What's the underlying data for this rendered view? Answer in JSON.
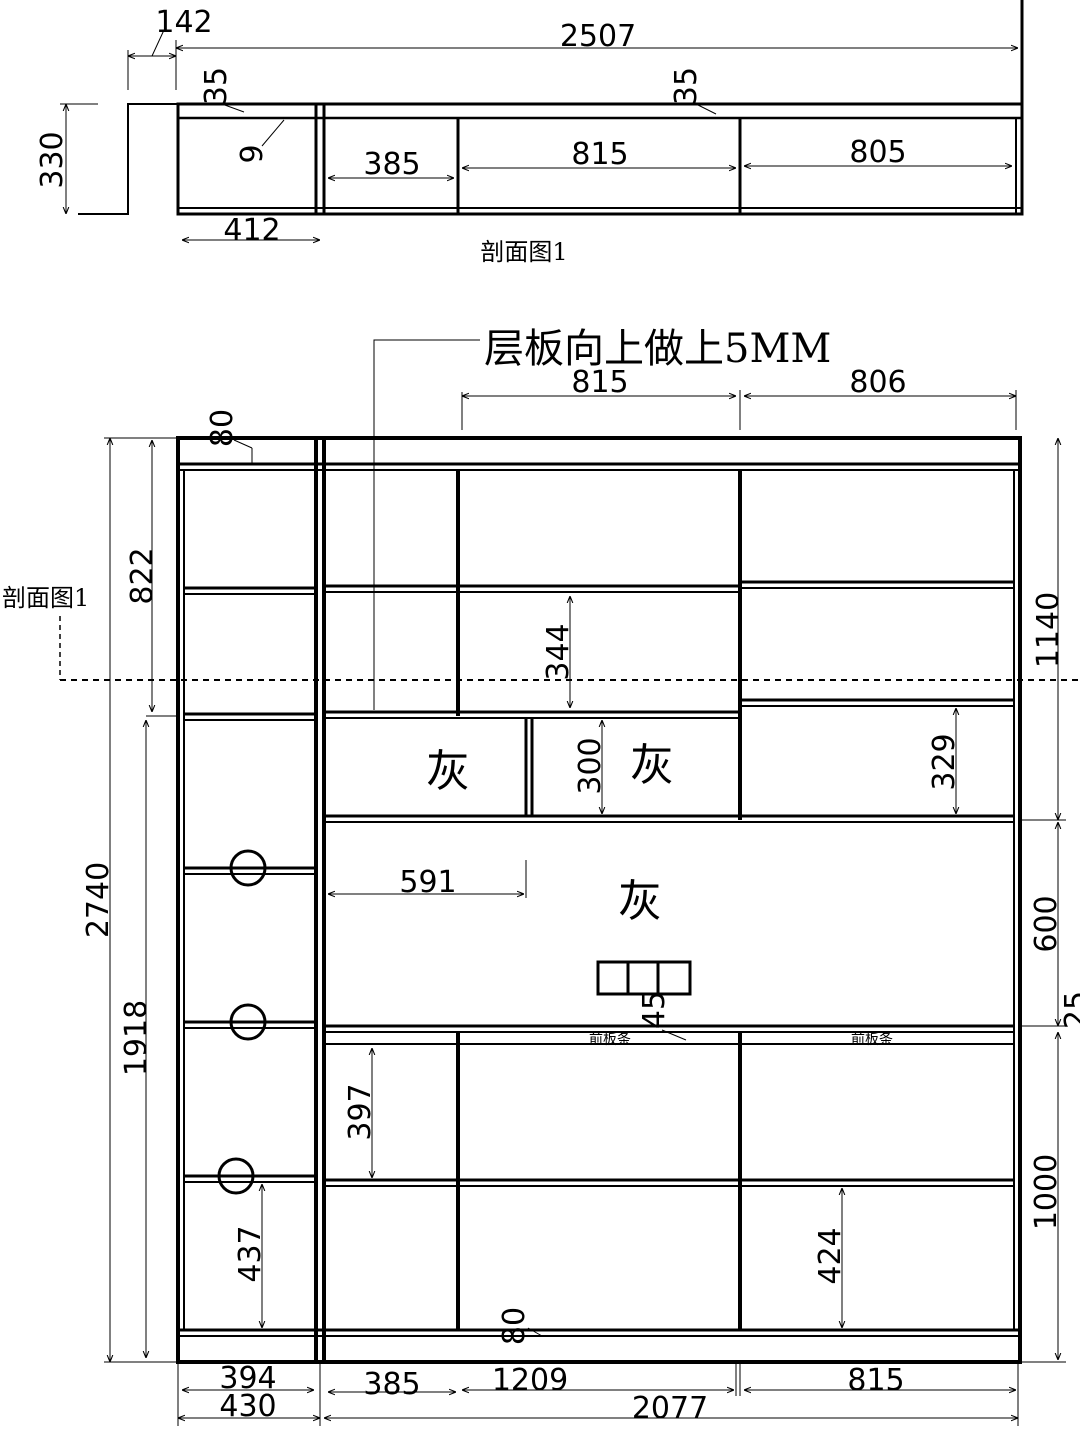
{
  "section": {
    "title": "剖面图1",
    "dims": {
      "left_offset": "142",
      "total_width": "2507",
      "depth": "330",
      "back_panel_left": "35",
      "back_panel_right": "35",
      "side_thickness": "9",
      "cell_385": "385",
      "cell_815": "815",
      "cell_805": "805",
      "cell_412": "412"
    }
  },
  "elevation": {
    "note": "层板向上做上5MM",
    "section_marker": "剖面图1",
    "gray_label": "灰",
    "front_strip_label": "前板条",
    "dims": {
      "top_815": "815",
      "top_806": "806",
      "top_80": "80",
      "left_822": "822",
      "left_2740": "2740",
      "left_1918": "1918",
      "right_1140": "1140",
      "right_600": "600",
      "right_25": "25",
      "right_1000": "1000",
      "in_344": "344",
      "in_300": "300",
      "in_329": "329",
      "in_591": "591",
      "in_45": "45",
      "in_397": "397",
      "in_437": "437",
      "in_424": "424",
      "bottom_80": "80",
      "bottom_394": "394",
      "bottom_430": "430",
      "bottom_385": "385",
      "bottom_1209": "1209",
      "bottom_815": "815",
      "bottom_2077": "2077"
    }
  }
}
